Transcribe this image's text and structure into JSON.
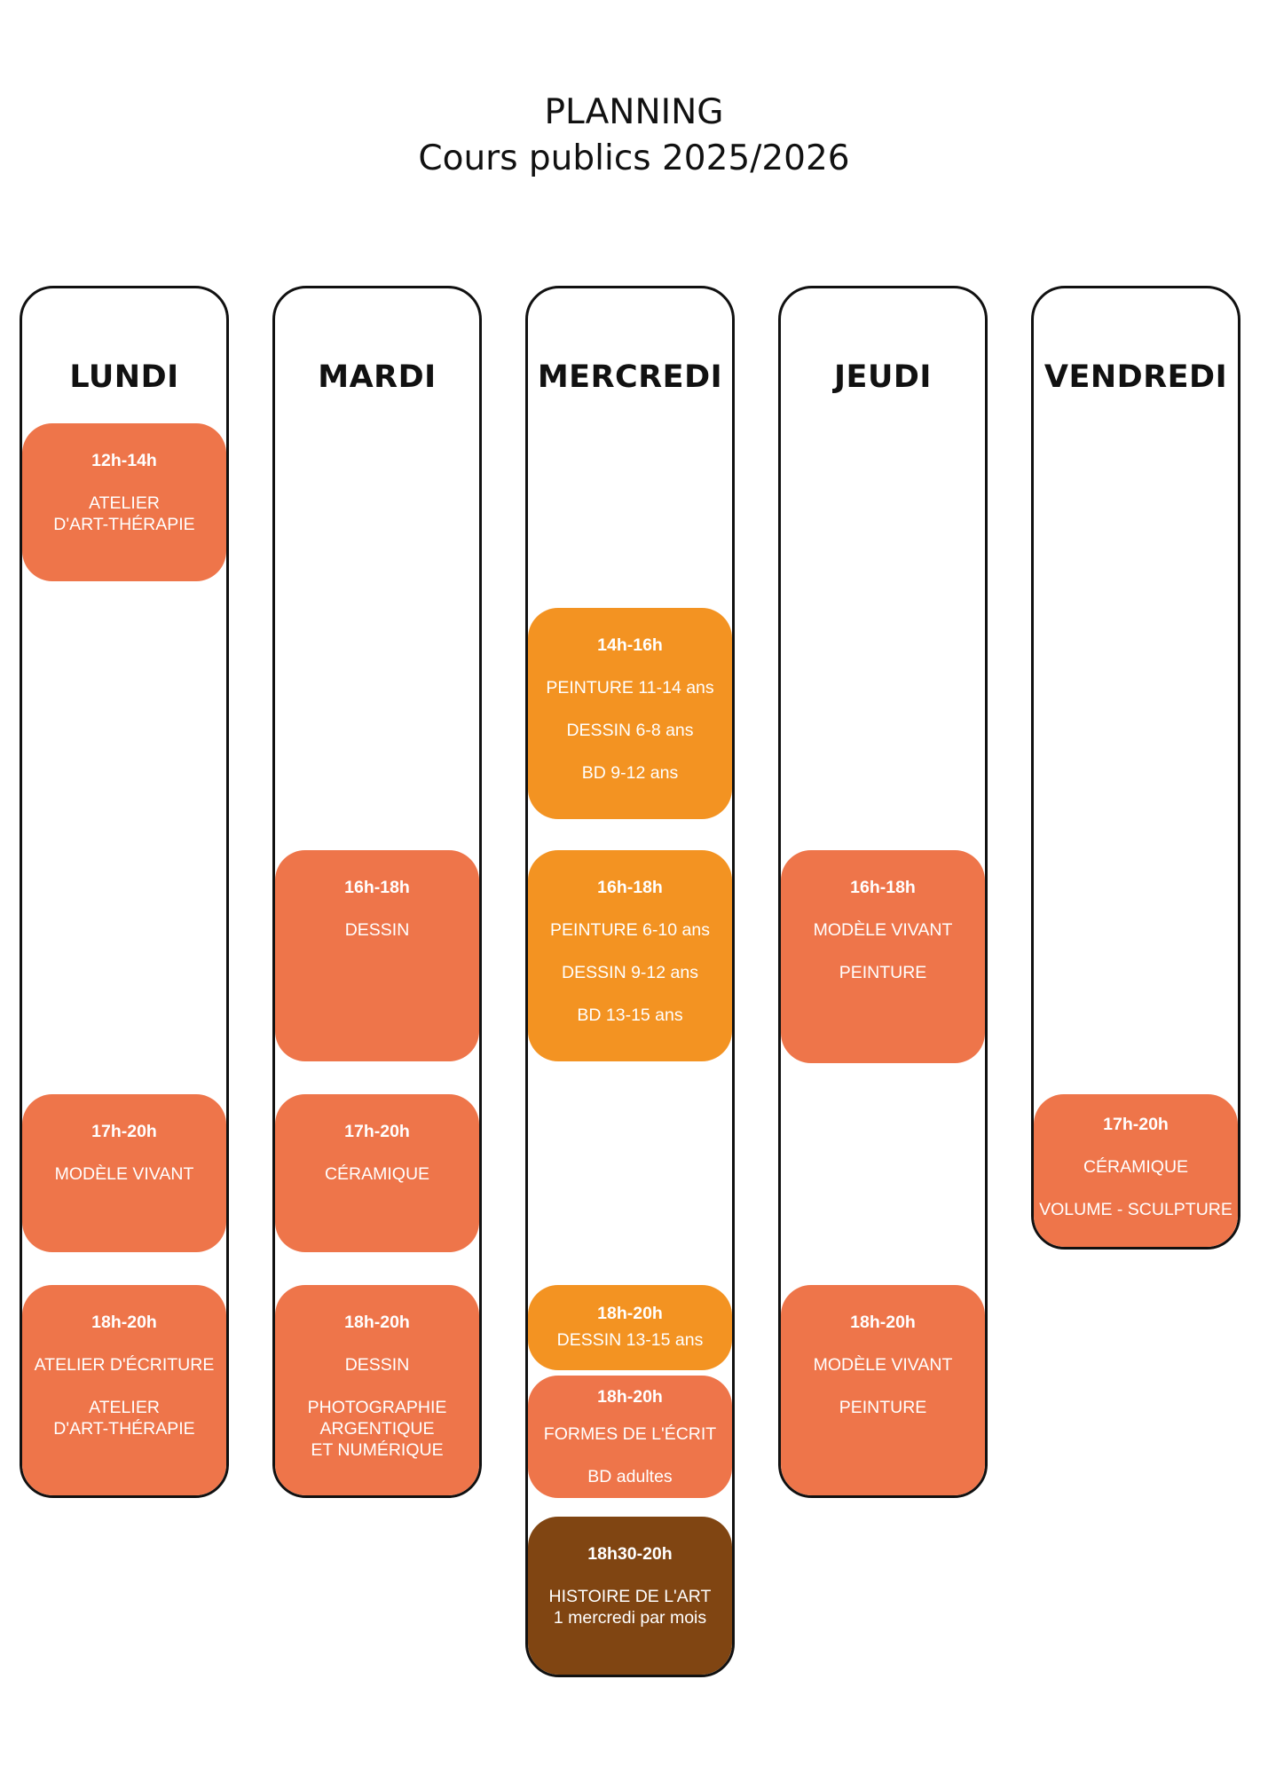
{
  "header": {
    "title": "PLANNING",
    "subtitle": "Cours publics 2025/2026"
  },
  "colors": {
    "orange": "#ee754a",
    "yellow": "#f39322",
    "brown": "#804512",
    "border": "#111111"
  },
  "days": [
    {
      "name": "LUNDI",
      "blocks": [
        {
          "time": "12h-14h",
          "lines": [
            "ATELIER\nD'ART-THÉRAPIE"
          ],
          "color": "orange"
        },
        {
          "time": "17h-20h",
          "lines": [
            "MODÈLE VIVANT"
          ],
          "color": "orange"
        },
        {
          "time": "18h-20h",
          "lines": [
            "ATELIER D'ÉCRITURE",
            "ATELIER\nD'ART-THÉRAPIE"
          ],
          "color": "orange"
        }
      ]
    },
    {
      "name": "MARDI",
      "blocks": [
        {
          "time": "16h-18h",
          "lines": [
            "DESSIN"
          ],
          "color": "orange"
        },
        {
          "time": "17h-20h",
          "lines": [
            "CÉRAMIQUE"
          ],
          "color": "orange"
        },
        {
          "time": "18h-20h",
          "lines": [
            "DESSIN",
            "PHOTOGRAPHIE\nARGENTIQUE\nET NUMÉRIQUE"
          ],
          "color": "orange"
        }
      ]
    },
    {
      "name": "MERCREDI",
      "blocks": [
        {
          "time": "14h-16h",
          "lines": [
            "PEINTURE 11-14 ans",
            "DESSIN 6-8 ans",
            "BD 9-12 ans"
          ],
          "color": "yellow"
        },
        {
          "time": "16h-18h",
          "lines": [
            "PEINTURE 6-10 ans",
            "DESSIN 9-12 ans",
            "BD 13-15 ans"
          ],
          "color": "yellow"
        },
        {
          "time": "18h-20h",
          "lines": [
            "DESSIN 13-15 ans"
          ],
          "color": "yellow"
        },
        {
          "time": "18h-20h",
          "lines": [
            "FORMES DE L'ÉCRIT",
            "BD adultes"
          ],
          "color": "orange"
        },
        {
          "time": "18h30-20h",
          "lines": [
            "HISTOIRE DE L'ART\n1 mercredi par mois"
          ],
          "color": "brown"
        }
      ]
    },
    {
      "name": "JEUDI",
      "blocks": [
        {
          "time": "16h-18h",
          "lines": [
            "MODÈLE VIVANT",
            "PEINTURE"
          ],
          "color": "orange"
        },
        {
          "time": "18h-20h",
          "lines": [
            "MODÈLE VIVANT",
            "PEINTURE"
          ],
          "color": "orange"
        }
      ]
    },
    {
      "name": "VENDREDI",
      "blocks": [
        {
          "time": "17h-20h",
          "lines": [
            "CÉRAMIQUE",
            "VOLUME - SCULPTURE"
          ],
          "color": "orange"
        }
      ]
    }
  ]
}
